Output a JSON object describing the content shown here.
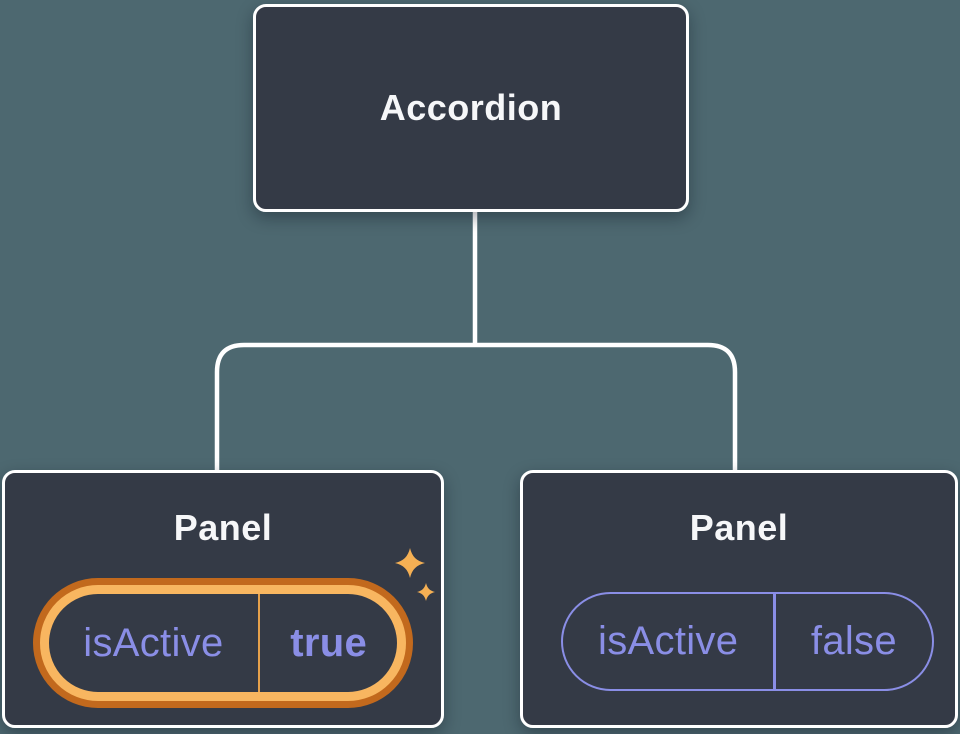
{
  "colors": {
    "background": "#4d6870",
    "node_fill": "#343a46",
    "node_border": "#ffffff",
    "connector": "#ffffff",
    "label_text": "#f6f7f9",
    "state_text": "#8a8ee6",
    "highlight_ring_outer": "#c2691d",
    "highlight_ring_inner": "#f8b660",
    "highlight_divider": "#e6a14b",
    "sparkle": "#f5b054"
  },
  "icons": {
    "sparkles": "four-point-star-sparkles"
  },
  "tree": {
    "root": {
      "label": "Accordion"
    },
    "children": [
      {
        "label": "Panel",
        "state": {
          "key": "isActive",
          "value": "true"
        },
        "highlighted": true
      },
      {
        "label": "Panel",
        "state": {
          "key": "isActive",
          "value": "false"
        },
        "highlighted": false
      }
    ]
  }
}
